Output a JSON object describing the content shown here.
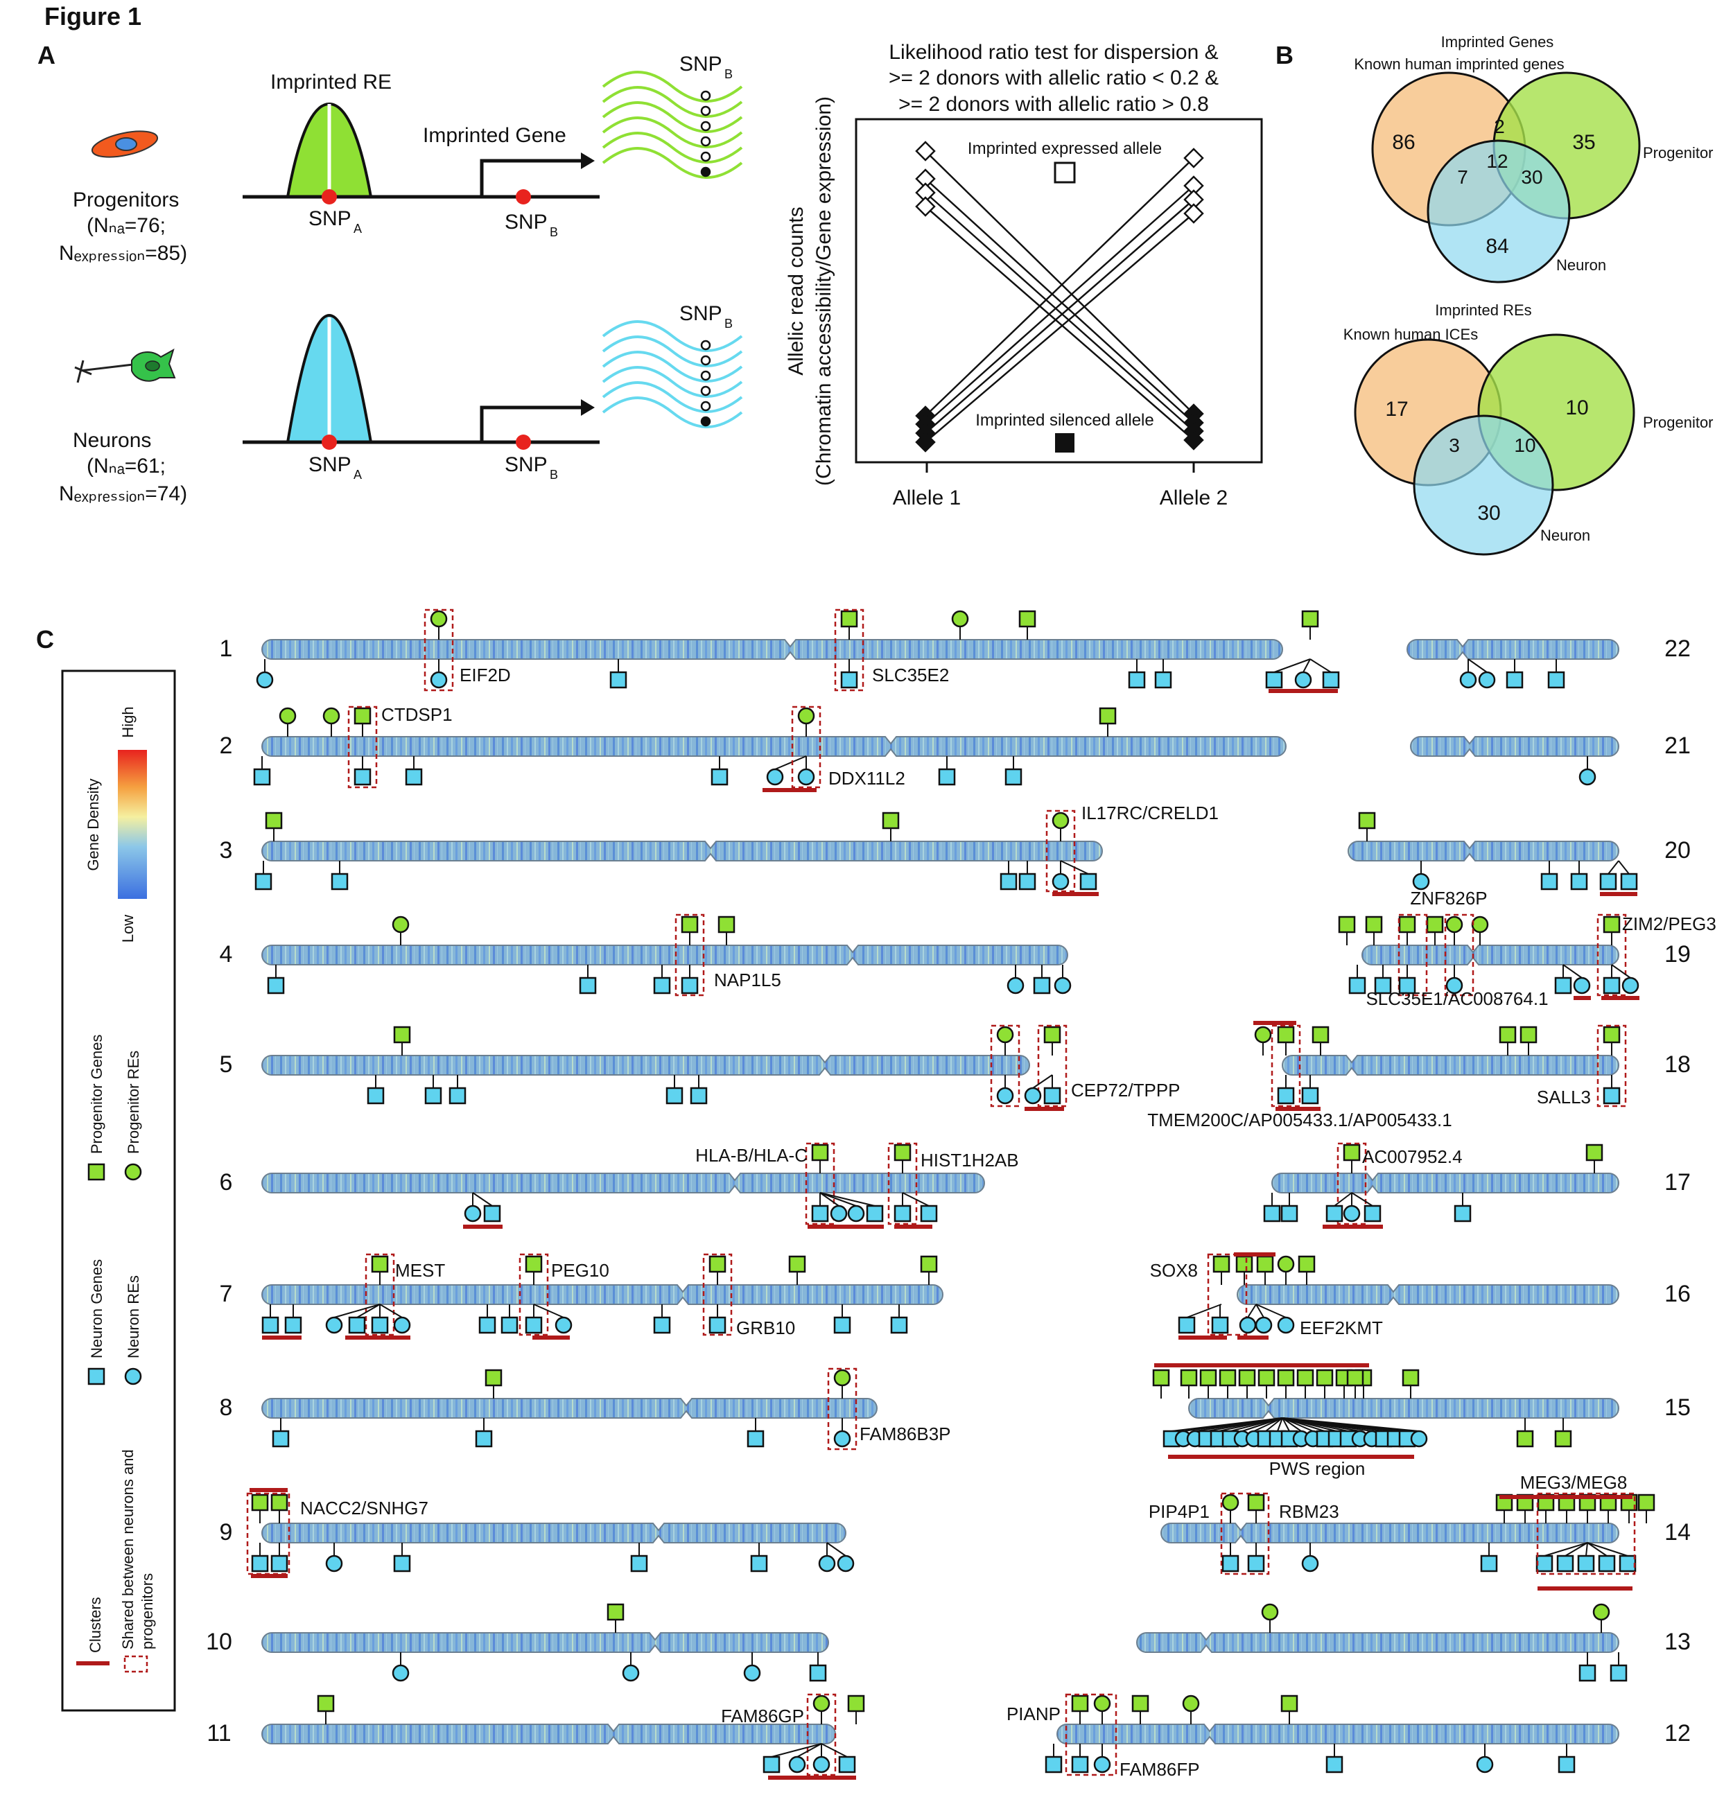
{
  "figure_title": "Figure 1",
  "panels": {
    "a": "A",
    "b": "B",
    "c": "C"
  },
  "panel_a": {
    "progenitors": {
      "label": "Progenitors",
      "n_ca": "(Nₙₐ=76;",
      "n_expr": "Nₑₓₚᵣₑₛₛᵢₒₙ=85)"
    },
    "neurons": {
      "label": "Neurons",
      "n_ca": "(Nₙₐ=61;",
      "n_expr": "Nₑₓₚᵣₑₛₛᵢₒₙ=74)"
    },
    "imprinted_re": "Imprinted RE",
    "imprinted_gene": "Imprinted Gene",
    "snp_a": "SNP",
    "snp_a_sub": "A",
    "snp_b": "SNP",
    "snp_b_sub": "B",
    "lrt_title": [
      "Likelihood ratio test for dispersion &",
      ">= 2 donors with allelic ratio < 0.2 &",
      ">= 2 donors with allelic ratio > 0.8"
    ],
    "ylabel": [
      "Allelic read counts",
      "(Chromatin accessibility/Gene expression)"
    ],
    "allele1": "Allele 1",
    "allele2": "Allele 2",
    "expressed": "Imprinted expressed allele",
    "silenced": "Imprinted silenced allele",
    "colors": {
      "progenitor": "#8fe034",
      "neuron": "#66d9ef",
      "snp": "#e8231e"
    }
  },
  "panel_b": {
    "genes": {
      "title": [
        "Imprinted Genes",
        "Known human imprinted genes"
      ],
      "progenitor": "Progenitor",
      "neuron": "Neuron",
      "values": {
        "known_only": "86",
        "prog_only": "35",
        "neuron_only": "84",
        "known_prog": "2",
        "known_neuron": "7",
        "prog_neuron": "30",
        "all": "12"
      }
    },
    "res": {
      "title": [
        "Imprinted REs",
        "Known human ICEs"
      ],
      "progenitor": "Progenitor",
      "neuron": "Neuron",
      "values": {
        "known_only": "17",
        "prog_only": "10",
        "neuron_only": "30",
        "known_neuron": "3",
        "prog_neuron": "10"
      }
    },
    "colors": {
      "known": "#f7c48a",
      "progenitor": "#a5e04a",
      "neuron": "#8fd8f0"
    }
  },
  "panel_c": {
    "legend": {
      "gene_density": "Gene Density",
      "high": "High",
      "low": "Low",
      "progenitor_genes": "Progenitor Genes",
      "progenitor_res": "Progenitor REs",
      "neuron_genes": "Neuron Genes",
      "neuron_res": "Neuron REs",
      "clusters": "Clusters",
      "shared": [
        "Shared between neurons and",
        "progenitors"
      ]
    },
    "chromosome_numbers": [
      "1",
      "2",
      "3",
      "4",
      "5",
      "6",
      "7",
      "8",
      "9",
      "10",
      "11",
      "12",
      "13",
      "14",
      "15",
      "16",
      "17",
      "18",
      "19",
      "20",
      "21",
      "22"
    ],
    "gene_labels": [
      "EIF2D",
      "SLC35E2",
      "CTDSP1",
      "DDX11L2",
      "IL17RC/CRELD1",
      "NAP1L5",
      "CEP72/TPPP",
      "HLA-B/HLA-C",
      "HIST1H2AB",
      "MEST",
      "PEG10",
      "GRB10",
      "FAM86B3P",
      "NACC2/SNHG7",
      "FAM86GP",
      "PIANP",
      "FAM86FP",
      "PIP4P1",
      "RBM23",
      "MEG3/MEG8",
      "PWS region",
      "SOX8",
      "EEF2KMT",
      "AC007952.4",
      "TMEM200C/AP005433.1/AP005433.1",
      "SALL3",
      "ZNF826P",
      "ZIM2/PEG3",
      "SLC35E1/AC008764.1"
    ],
    "colors": {
      "progenitor": "#8fe034",
      "neuron": "#5fd3ef",
      "cluster": "#b01a1a",
      "chrom_base": "#8db9d9"
    }
  }
}
